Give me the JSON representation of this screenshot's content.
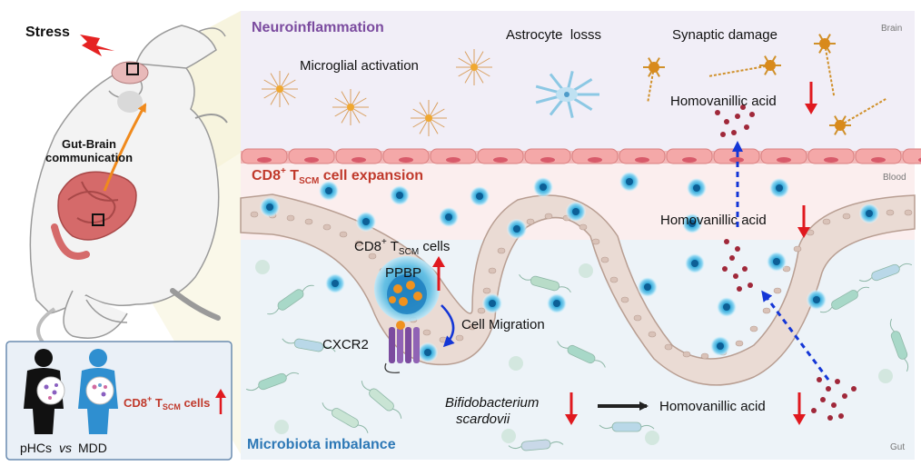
{
  "left_panel": {
    "stress_label": "Stress",
    "gut_brain_line1": "Gut-Brain",
    "gut_brain_line2": "communication"
  },
  "comparison_box": {
    "group1": "pHCs",
    "vs": "vs",
    "group2": "MDD",
    "cd8_prefix": "CD8",
    "cd8_sup": "+",
    "cd8_t": " T",
    "cd8_sub": "SCM",
    "cd8_suffix": " cells"
  },
  "brain_region": {
    "title": "Neuroinflammation",
    "corner_label": "Brain",
    "microglia_label": "Microglial activation",
    "astrocyte_label": "Astrocyte  losss",
    "synaptic_label": "Synaptic damage",
    "hva_label": "Homovanillic acid"
  },
  "blood_region": {
    "title_prefix": "CD8",
    "title_sup": "+",
    "title_t": " T",
    "title_sub": "SCM",
    "title_suffix": " cell expansion",
    "corner_label": "Blood",
    "hva_label": "Homovanillic acid"
  },
  "gut_region": {
    "title": "Microbiota imbalance",
    "corner_label": "Gut",
    "cd8_prefix": "CD8",
    "cd8_sup": "+",
    "cd8_t": " T",
    "cd8_sub": "SCM",
    "cd8_suffix": " cells",
    "ppbp_label": "PPBP",
    "cxcr2_label": "CXCR2",
    "migration_label": "Cell Migration",
    "bifido_line1": "Bifidobacterium",
    "bifido_line2": "scardovii",
    "hva_label": "Homovanillic acid"
  },
  "colors": {
    "brain_bg": "#f1eef7",
    "blood_bg": "#fbeeee",
    "gut_bg": "#edf3f8",
    "neuro_title": "#7b4b9f",
    "blood_title": "#c0392b",
    "gut_title": "#2d78b6",
    "down_arrow": "#e0191f",
    "dashed_arrow": "#1436d6",
    "t_cell": "#2fa8d8"
  }
}
